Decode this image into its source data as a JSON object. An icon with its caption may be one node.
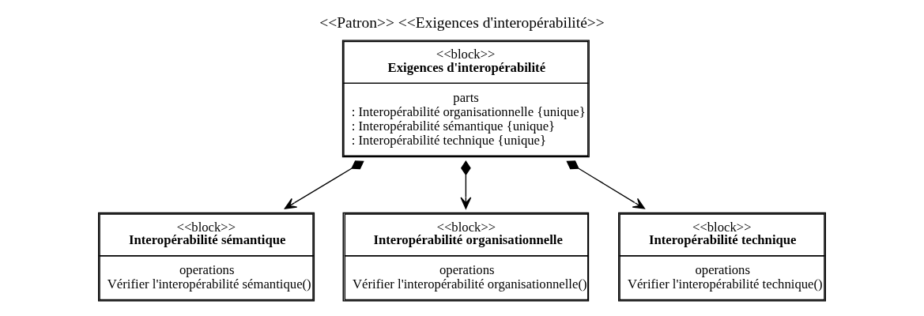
{
  "diagram": {
    "title": "<<Patron>> <<Exigences d'interopérabilité>>",
    "nodes": [
      {
        "text": [
          "<<block>>",
          "Exigences d'interopérabilité",
          "parts",
          ": Interopérabilité organisationnelle {unique}",
          ": Interopérabilité sémantique {unique}",
          ": Interopérabilité technique {unique}"
        ]
      },
      {
        "text": [
          "<<block>>",
          "Interopérabilité sémantique",
          "operations",
          "Vérifier l'interopérabilité sémantique()"
        ]
      },
      {
        "text": [
          "<<block>>",
          "Interopérabilité organisationnelle",
          "operations",
          "Vérifier l'interopérabilité organisationnelle()"
        ]
      },
      {
        "text": [
          "<<block>>",
          "Interopérabilité technique",
          "operations",
          "Vérifier l'interopérabilité technique()"
        ]
      }
    ],
    "edges": [
      {
        "from": 0,
        "to": 1,
        "arrow": "to"
      },
      {
        "from": 0,
        "to": 2,
        "arrow": "to"
      },
      {
        "from": 0,
        "to": 3,
        "arrow": "to"
      }
    ]
  }
}
